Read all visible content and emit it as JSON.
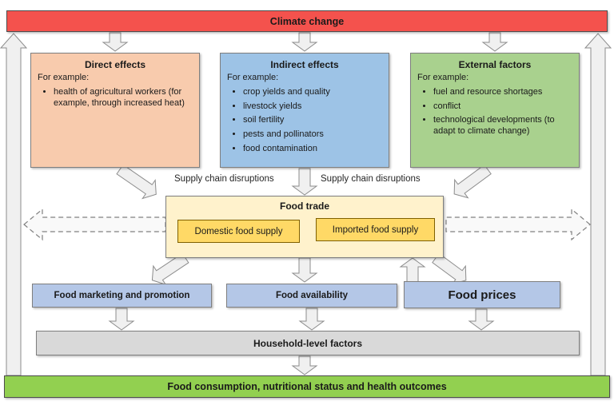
{
  "banners": {
    "top": "Climate change",
    "bottom": "Food consumption, nutritional status and health outcomes"
  },
  "effect_boxes": [
    {
      "title": "Direct effects",
      "intro": "For example:",
      "bullets": [
        "health of agricultural workers (for example, through increased heat)"
      ]
    },
    {
      "title": "Indirect effects",
      "intro": "For example:",
      "bullets": [
        "crop yields and quality",
        "livestock yields",
        "soil fertility",
        "pests and pollinators",
        "food contamination"
      ]
    },
    {
      "title": "External factors",
      "intro": "For example:",
      "bullets": [
        "fuel and resource shortages",
        "conflict",
        "technological developments (to adapt to climate change)"
      ]
    }
  ],
  "supply_chain": {
    "left_label": "Supply chain disruptions",
    "right_label": "Supply chain disruptions"
  },
  "food_trade": {
    "title": "Food trade",
    "domestic_label": "Domestic food supply",
    "imported_label": "Imported food supply"
  },
  "mid_row": {
    "marketing": "Food marketing and promotion",
    "availability": "Food availability",
    "prices": "Food prices"
  },
  "household": {
    "label": "Household-level factors"
  },
  "colors": {
    "climate_red": "#f4524d",
    "direct_peach": "#f8cbad",
    "indirect_blue": "#9dc3e6",
    "external_green": "#a9d18e",
    "trade_cream": "#fff2cc",
    "supply_yellow": "#ffd966",
    "row_blue": "#b4c7e7",
    "household_gray": "#d9d9d9",
    "outcome_green": "#92d050",
    "arrow_fill": "#f0f0f0",
    "arrow_stroke": "#8c8c8c"
  }
}
